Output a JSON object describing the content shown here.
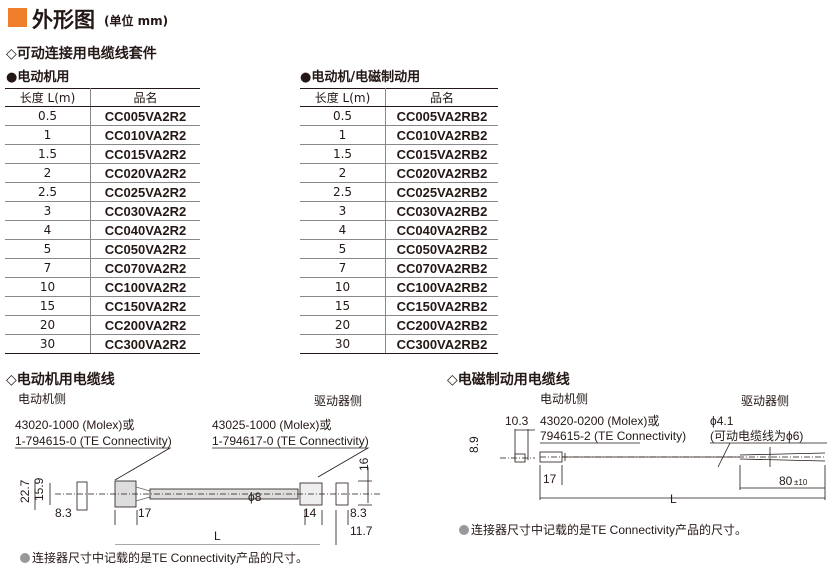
{
  "header": {
    "title": "外形图",
    "unit": "(单位 mm)",
    "accent_color": "#f07d2a"
  },
  "set_section": {
    "title": "◇可动连接用电缆线套件"
  },
  "motor_table": {
    "title": "●电动机用",
    "col_length": "长度 L(m)",
    "col_name": "品名",
    "rows": [
      [
        "0.5",
        "CC005VA2R2"
      ],
      [
        "1",
        "CC010VA2R2"
      ],
      [
        "1.5",
        "CC015VA2R2"
      ],
      [
        "2",
        "CC020VA2R2"
      ],
      [
        "2.5",
        "CC025VA2R2"
      ],
      [
        "3",
        "CC030VA2R2"
      ],
      [
        "4",
        "CC040VA2R2"
      ],
      [
        "5",
        "CC050VA2R2"
      ],
      [
        "7",
        "CC070VA2R2"
      ],
      [
        "10",
        "CC100VA2R2"
      ],
      [
        "15",
        "CC150VA2R2"
      ],
      [
        "20",
        "CC200VA2R2"
      ],
      [
        "30",
        "CC300VA2R2"
      ]
    ]
  },
  "brake_table": {
    "title": "●电动机/电磁制动用",
    "col_length": "长度 L(m)",
    "col_name": "品名",
    "rows": [
      [
        "0.5",
        "CC005VA2RB2"
      ],
      [
        "1",
        "CC010VA2RB2"
      ],
      [
        "1.5",
        "CC015VA2RB2"
      ],
      [
        "2",
        "CC020VA2RB2"
      ],
      [
        "2.5",
        "CC025VA2RB2"
      ],
      [
        "3",
        "CC030VA2RB2"
      ],
      [
        "4",
        "CC040VA2RB2"
      ],
      [
        "5",
        "CC050VA2RB2"
      ],
      [
        "7",
        "CC070VA2RB2"
      ],
      [
        "10",
        "CC100VA2RB2"
      ],
      [
        "15",
        "CC150VA2RB2"
      ],
      [
        "20",
        "CC200VA2RB2"
      ],
      [
        "30",
        "CC300VA2RB2"
      ]
    ]
  },
  "motor_cable": {
    "title": "◇电动机用电缆线",
    "motor_side": "电动机侧",
    "driver_side": "驱动器侧",
    "conn1_l1": "43020-1000 (Molex)或",
    "conn1_l2": "1-794615-0 (TE Connectivity)",
    "conn2_l1": "43025-1000 (Molex)或",
    "conn2_l2": "1-794617-0 (TE Connectivity)",
    "dims": {
      "d22_7": "22.7",
      "d15_9": "15.9",
      "d8_3a": "8.3",
      "d17": "17",
      "phi8": "ϕ8",
      "d14": "14",
      "d8_3b": "8.3",
      "d11_7": "11.7",
      "d16": "16",
      "L": "L"
    },
    "note": "连接器尺寸中记载的是TE Connectivity产品的尺寸。"
  },
  "brake_cable": {
    "title": "◇电磁制动用电缆线",
    "motor_side": "电动机侧",
    "driver_side": "驱动器侧",
    "conn_l1": "43020-0200 (Molex)或",
    "conn_l2": "794615-2 (TE Connectivity)",
    "phi_l1": "ϕ4.1",
    "phi_l2": "(可动电缆线为ϕ6)",
    "dims": {
      "d10_3": "10.3",
      "d8_9": "8.9",
      "d17": "17",
      "d80": "80",
      "tol": "±10",
      "L": "L"
    },
    "note": "连接器尺寸中记载的是TE Connectivity产品的尺寸。"
  }
}
